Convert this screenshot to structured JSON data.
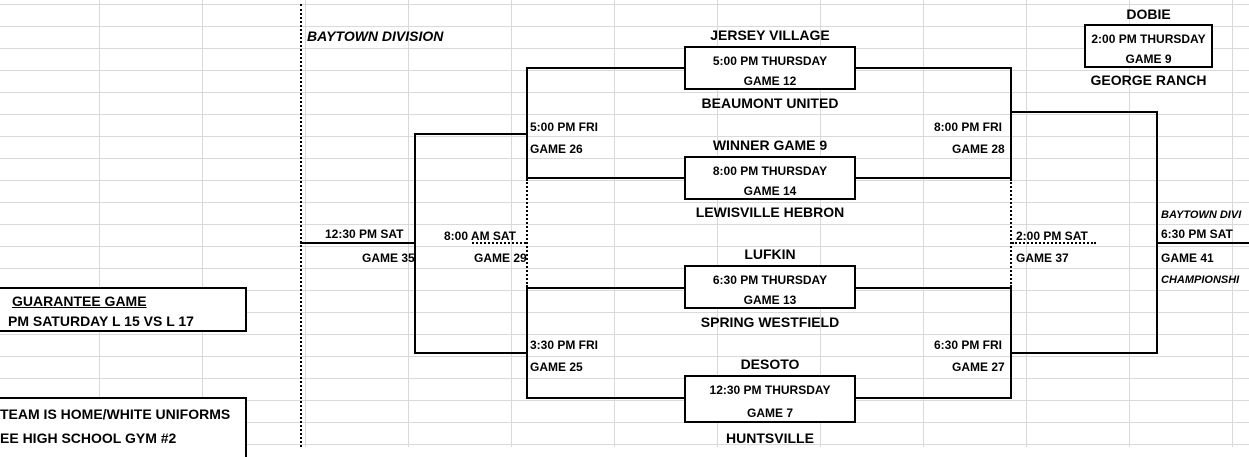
{
  "division": {
    "title": "BAYTOWN DIVISION",
    "right_title": "BAYTOWN DIVI"
  },
  "teams": {
    "jersey_village": "JERSEY VILLAGE",
    "beaumont_united": "BEAUMONT UNITED",
    "winner_game_9": "WINNER GAME 9",
    "lewisville_hebron": "LEWISVILLE HEBRON",
    "lufkin": "LUFKIN",
    "spring_westfield": "SPRING WESTFIELD",
    "desoto": "DESOTO",
    "huntsville": "HUNTSVILLE",
    "dobie": "DOBIE",
    "george_ranch": "GEORGE RANCH"
  },
  "games": {
    "g12": {
      "time": "5:00 PM THURSDAY",
      "label": "GAME 12"
    },
    "g14": {
      "time": "8:00 PM THURSDAY",
      "label": "GAME 14"
    },
    "g13": {
      "time": "6:30 PM THURSDAY",
      "label": "GAME 13"
    },
    "g7": {
      "time": "12:30 PM THURSDAY",
      "label": "GAME 7"
    },
    "g9": {
      "time": "2:00 PM THURSDAY",
      "label": "GAME 9"
    },
    "g26": {
      "time": "5:00 PM FRI",
      "label": "GAME 26"
    },
    "g25": {
      "time": "3:30 PM FRI",
      "label": "GAME 25"
    },
    "g28": {
      "time": "8:00 PM FRI",
      "label": "GAME 28"
    },
    "g27": {
      "time": "6:30 PM FRI",
      "label": "GAME 27"
    },
    "g29": {
      "time": "8:00 AM SAT",
      "label": "GAME 29"
    },
    "g35": {
      "time": "12:30 PM SAT",
      "label": "GAME 35"
    },
    "g37": {
      "time": "2:00 PM SAT",
      "label": "GAME 37"
    },
    "g41": {
      "time": "6:30 PM SAT",
      "label": "GAME 41",
      "note": "CHAMPIONSHI"
    }
  },
  "left_panel": {
    "guarantee_title": "GUARANTEE GAME",
    "guarantee_detail": "PM SATURDAY L 15 VS L 17",
    "note_line1": "TEAM IS HOME/WHITE UNIFORMS",
    "note_line2": "EE HIGH SCHOOL GYM #2"
  }
}
